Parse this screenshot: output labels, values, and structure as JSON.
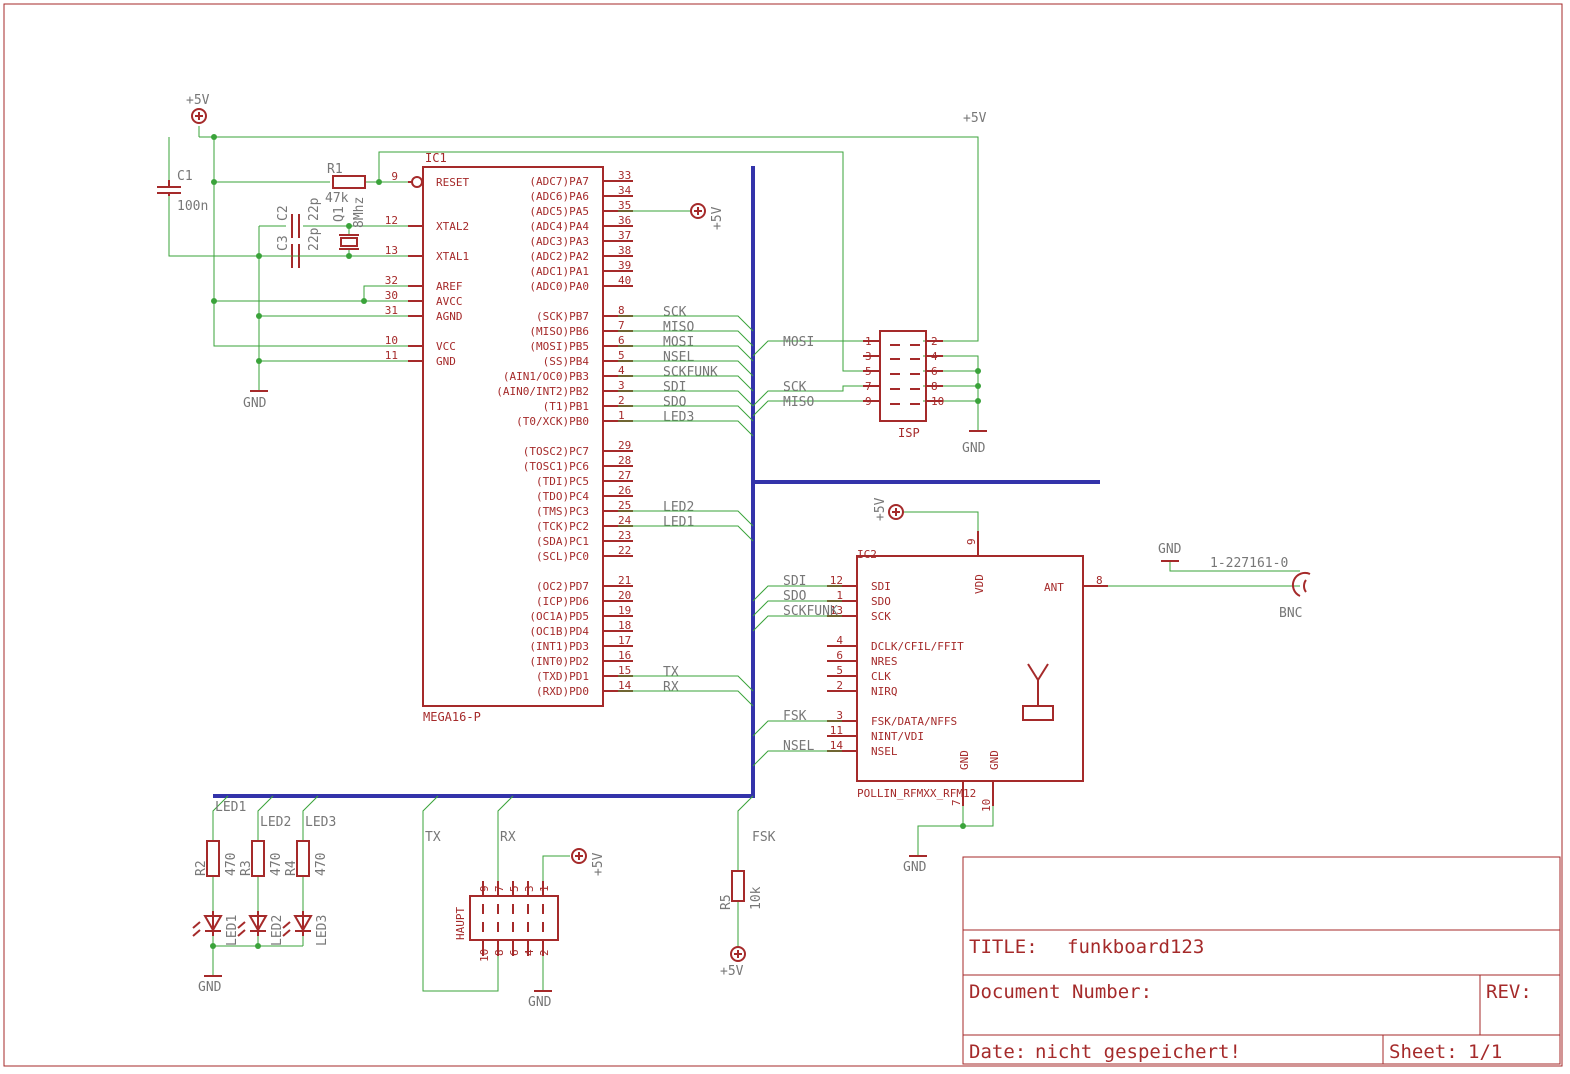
{
  "title_block": {
    "title_label": "TITLE:",
    "title_value": "funkboard123",
    "doc_label": "Document Number:",
    "rev_label": "REV:",
    "date_label": "Date:",
    "date_value": "nicht gespeichert!",
    "sheet_label": "Sheet:",
    "sheet_value": "1/1"
  },
  "ic1": {
    "name": "IC1",
    "value": "MEGA16-P",
    "left_pins": [
      {
        "num": "9",
        "label": "RESET"
      },
      {
        "num": "12",
        "label": "XTAL2"
      },
      {
        "num": "13",
        "label": "XTAL1"
      },
      {
        "num": "32",
        "label": "AREF"
      },
      {
        "num": "30",
        "label": "AVCC"
      },
      {
        "num": "31",
        "label": "AGND"
      },
      {
        "num": "10",
        "label": "VCC"
      },
      {
        "num": "11",
        "label": "GND"
      }
    ],
    "right_pins": [
      {
        "num": "33",
        "label": "(ADC7)PA7",
        "net": ""
      },
      {
        "num": "34",
        "label": "(ADC6)PA6",
        "net": ""
      },
      {
        "num": "35",
        "label": "(ADC5)PA5",
        "net": ""
      },
      {
        "num": "36",
        "label": "(ADC4)PA4",
        "net": ""
      },
      {
        "num": "37",
        "label": "(ADC3)PA3",
        "net": ""
      },
      {
        "num": "38",
        "label": "(ADC2)PA2",
        "net": ""
      },
      {
        "num": "39",
        "label": "(ADC1)PA1",
        "net": ""
      },
      {
        "num": "40",
        "label": "(ADC0)PA0",
        "net": ""
      },
      {
        "num": "8",
        "label": "(SCK)PB7",
        "net": "SCK"
      },
      {
        "num": "7",
        "label": "(MISO)PB6",
        "net": "MISO"
      },
      {
        "num": "6",
        "label": "(MOSI)PB5",
        "net": "MOSI"
      },
      {
        "num": "5",
        "label": "(SS)PB4",
        "net": "NSEL"
      },
      {
        "num": "4",
        "label": "(AIN1/OC0)PB3",
        "net": "SCKFUNK"
      },
      {
        "num": "3",
        "label": "(AIN0/INT2)PB2",
        "net": "SDI"
      },
      {
        "num": "2",
        "label": "(T1)PB1",
        "net": "SDO"
      },
      {
        "num": "1",
        "label": "(T0/XCK)PB0",
        "net": "LED3"
      },
      {
        "num": "29",
        "label": "(TOSC2)PC7",
        "net": ""
      },
      {
        "num": "28",
        "label": "(TOSC1)PC6",
        "net": ""
      },
      {
        "num": "27",
        "label": "(TDI)PC5",
        "net": ""
      },
      {
        "num": "26",
        "label": "(TDO)PC4",
        "net": ""
      },
      {
        "num": "25",
        "label": "(TMS)PC3",
        "net": "LED2"
      },
      {
        "num": "24",
        "label": "(TCK)PC2",
        "net": "LED1"
      },
      {
        "num": "23",
        "label": "(SDA)PC1",
        "net": ""
      },
      {
        "num": "22",
        "label": "(SCL)PC0",
        "net": ""
      },
      {
        "num": "21",
        "label": "(OC2)PD7",
        "net": ""
      },
      {
        "num": "20",
        "label": "(ICP)PD6",
        "net": ""
      },
      {
        "num": "19",
        "label": "(OC1A)PD5",
        "net": ""
      },
      {
        "num": "18",
        "label": "(OC1B)PD4",
        "net": ""
      },
      {
        "num": "17",
        "label": "(INT1)PD3",
        "net": ""
      },
      {
        "num": "16",
        "label": "(INT0)PD2",
        "net": ""
      },
      {
        "num": "15",
        "label": "(TXD)PD1",
        "net": "TX"
      },
      {
        "num": "14",
        "label": "(RXD)PD0",
        "net": "RX"
      }
    ]
  },
  "ic2": {
    "name": "IC2",
    "value": "POLLIN_RFMXX_RFM12",
    "left_pins": [
      {
        "num": "12",
        "label": "SDI",
        "net": "SDI"
      },
      {
        "num": "1",
        "label": "SDO",
        "net": "SDO"
      },
      {
        "num": "13",
        "label": "SCK",
        "net": "SCKFUNK"
      },
      {
        "num": "4",
        "label": "DCLK/CFIL/FFIT",
        "net": ""
      },
      {
        "num": "6",
        "label": "NRES",
        "net": ""
      },
      {
        "num": "5",
        "label": "CLK",
        "net": ""
      },
      {
        "num": "2",
        "label": "NIRQ",
        "net": ""
      },
      {
        "num": "3",
        "label": "FSK/DATA/NFFS",
        "net": "FSK"
      },
      {
        "num": "11",
        "label": "NINT/VDI",
        "net": ""
      },
      {
        "num": "14",
        "label": "NSEL",
        "net": "NSEL"
      }
    ],
    "vdd_label": "VDD",
    "vdd_pin": "9",
    "ant_label": "ANT",
    "ant_pin": "8",
    "gnd_label": "GND",
    "gnd_pins": [
      "7",
      "10"
    ]
  },
  "isp": {
    "name": "ISP",
    "left_nums": [
      "1",
      "3",
      "5",
      "7",
      "9"
    ],
    "right_nums": [
      "2",
      "4",
      "6",
      "8",
      "10"
    ],
    "nets": {
      "mosi": "MOSI",
      "sck": "SCK",
      "miso": "MISO"
    }
  },
  "haupt": {
    "name": "HAUPT",
    "top_nums": [
      "9",
      "7",
      "5",
      "3",
      "1"
    ],
    "bottom_nums": [
      "10",
      "8",
      "6",
      "4",
      "2"
    ]
  },
  "parts": {
    "c1": {
      "name": "C1",
      "value": "100n"
    },
    "r1": {
      "name": "R1",
      "value": "47k"
    },
    "c2": {
      "name": "C2",
      "value": "22p"
    },
    "c3": {
      "name": "C3",
      "value": "22p"
    },
    "q1": {
      "name": "Q1",
      "value": "8Mhz"
    },
    "r2": {
      "name": "R2",
      "value": "470"
    },
    "r3": {
      "name": "R3",
      "value": "470"
    },
    "r4": {
      "name": "R4",
      "value": "470"
    },
    "r5": {
      "name": "R5",
      "value": "10k"
    },
    "led1": {
      "name": "LED1"
    },
    "led2": {
      "name": "LED2"
    },
    "led3": {
      "name": "LED3"
    },
    "bnc": {
      "name": "BNC",
      "value": "1-227161-0"
    }
  },
  "supplies": {
    "vcc": "+5V",
    "gnd": "GND"
  },
  "nets": {
    "led1": "LED1",
    "led2": "LED2",
    "led3": "LED3",
    "tx": "TX",
    "rx": "RX",
    "fsk": "FSK",
    "sdi": "SDI",
    "sdo": "SDO",
    "sckfunk": "SCKFUNK",
    "nsel": "NSEL"
  },
  "colors": {
    "symbol": "#a52a2a",
    "wire": "#3aa33a",
    "bus": "#3333aa",
    "label": "#777777"
  }
}
